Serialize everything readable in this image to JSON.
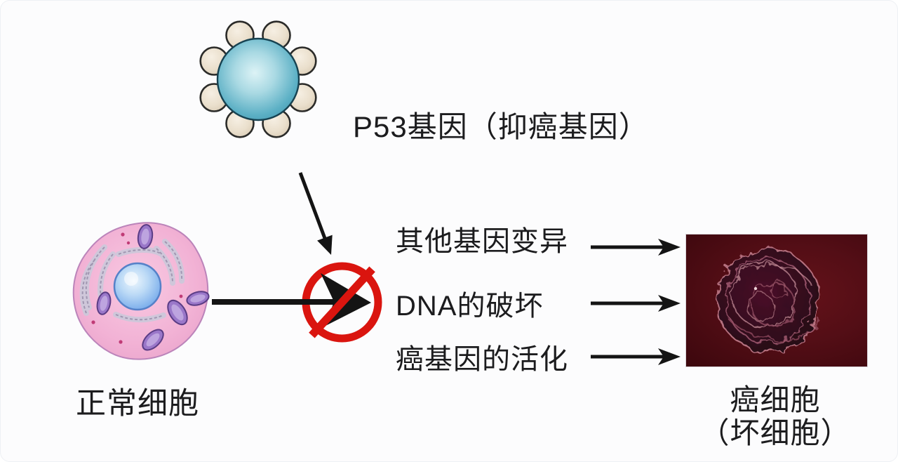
{
  "diagram": {
    "p53_label": "P53基因（抑癌基因）",
    "normal_cell_label": "正常细胞",
    "cancer_cell_label": "癌细胞",
    "cancer_cell_sublabel": "（坏细胞）",
    "pathways": [
      "其他基因变异",
      "DNA的破坏",
      "癌基因的活化"
    ],
    "icons": [
      "p53-gene-icon: teal sphere with eight beige satellite circles",
      "normal-cell-illustration: pink cell with blue nucleus and purple organelles",
      "no-entry-icon: red prohibition circle with slash over black arrow",
      "arrow-right-icon: black arrows pointing to cancer cell image",
      "cancer-cell-image: dark lumpy tumor cell on maroon background"
    ],
    "colors": {
      "prohibition_red": "#da150f",
      "arrow_black": "#141414",
      "p53_sphere_teal": "#55a9bd",
      "p53_satellite_beige": "#e9ddca",
      "normal_cell_pink": "#f2b2d5",
      "nucleus_blue": "#8fb8ee",
      "organelle_purple": "#9a77c9",
      "cancer_bg_maroon": "#4c0d14",
      "cancer_cell_purple": "#35101f",
      "text": "#1c1c1e",
      "background": "#fcfcfd"
    }
  }
}
